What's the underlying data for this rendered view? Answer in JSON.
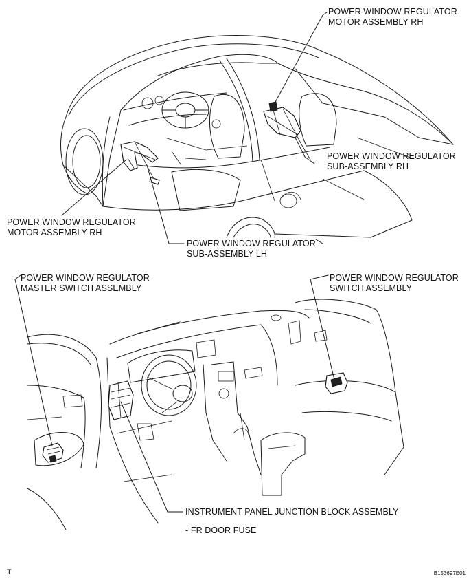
{
  "labels": {
    "top_motor_rh": [
      "POWER WINDOW REGULATOR",
      "MOTOR ASSEMBLY RH"
    ],
    "top_sub_rh": [
      "POWER WINDOW REGULATOR",
      "SUB-ASSEMBLY RH"
    ],
    "top_motor_left": [
      "POWER WINDOW REGULATOR",
      "MOTOR ASSEMBLY RH"
    ],
    "top_sub_lh": [
      "POWER WINDOW REGULATOR",
      "SUB-ASSEMBLY LH"
    ],
    "master_switch": [
      "POWER WINDOW REGULATOR",
      "MASTER SWITCH ASSEMBLY"
    ],
    "switch_assy": [
      "POWER WINDOW REGULATOR",
      "SWITCH ASSEMBLY"
    ],
    "junction_block": "INSTRUMENT PANEL JUNCTION BLOCK ASSEMBLY",
    "fr_door_fuse": "- FR DOOR FUSE"
  },
  "corner_mark": "T",
  "figure_code": "B153697E01"
}
